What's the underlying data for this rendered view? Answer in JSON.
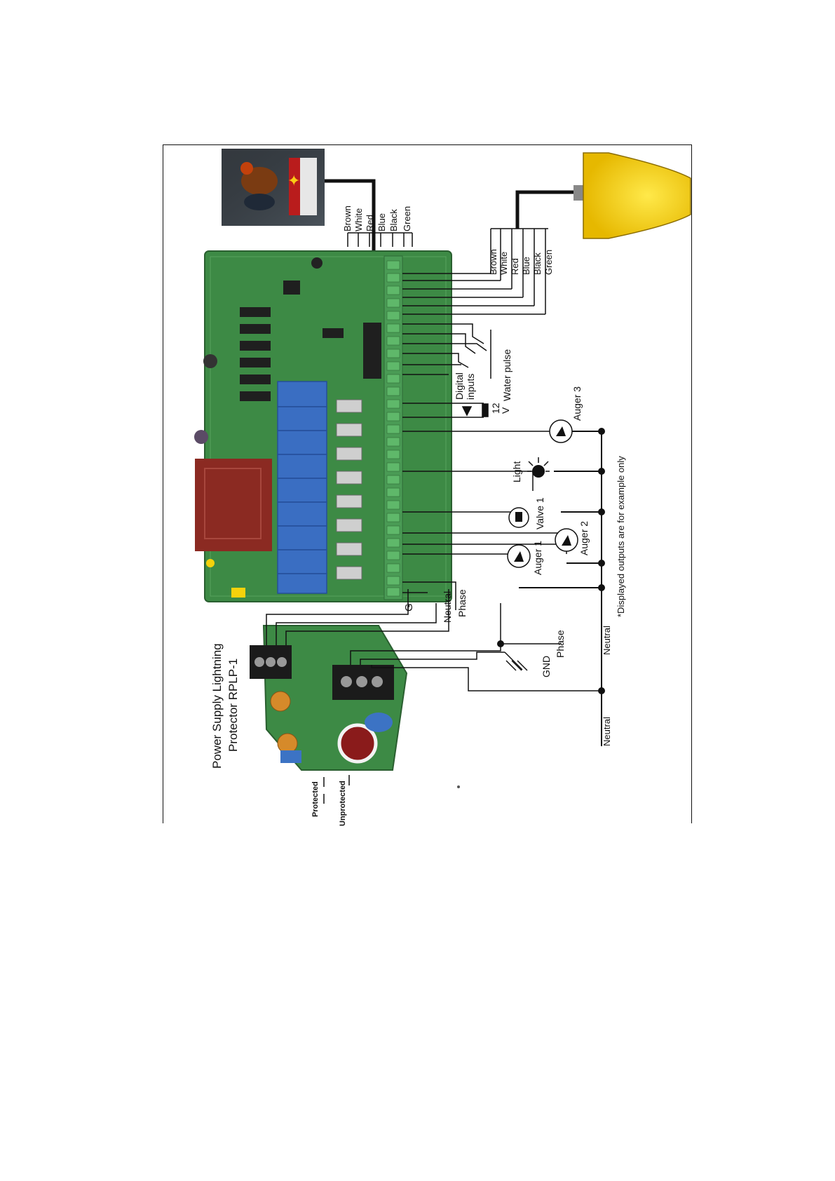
{
  "title": {
    "line1": "Power Supply Lightning",
    "line2": "Protector RPLP-1"
  },
  "lightning_protector": {
    "protected_label": "Protected",
    "unprotected_label": "Unprotected"
  },
  "top_wires": [
    "Brown",
    "White",
    "Red",
    "Blue",
    "Black",
    "Green"
  ],
  "sensor_wires": [
    "Brown",
    "White",
    "Red",
    "Blue",
    "Black",
    "Green"
  ],
  "inputs": {
    "digital": "Digital inputs",
    "digital_line1": "Digital",
    "digital_line2": "inputs",
    "water_pulse": "Water pulse",
    "twelve_v_line1": "12",
    "twelve_v_line2": "V"
  },
  "outputs": {
    "auger1": "Auger 1",
    "auger2": "Auger 2",
    "auger3": "Auger 3",
    "valve1": "Valve 1",
    "light": "Light"
  },
  "terminals": {
    "g": "G",
    "neutral": "Neutral",
    "phase": "Phase"
  },
  "mains": {
    "neutral_a": "Neutral",
    "neutral_b": "Neutral",
    "phase": "Phase",
    "gnd": "GND"
  },
  "note": "*Displayed outputs are for example only",
  "colors": {
    "pcb_green": "#3d8a45",
    "relay_blue": "#3a6ec2",
    "transformer_red": "#8b2a22",
    "feeder_yellow": "#f2d20c",
    "wire_black": "#111111"
  }
}
